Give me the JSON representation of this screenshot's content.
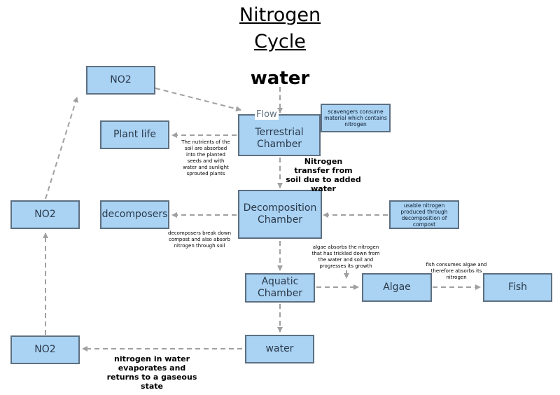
{
  "title": {
    "line1": "Nitrogen",
    "line2": "Cycle"
  },
  "labels": {
    "water_top": "water",
    "flow": "Flow"
  },
  "nodes": {
    "no2_top": "NO2",
    "plant_life": "Plant life",
    "terrestrial": "Terrestrial Chamber",
    "scavengers": "scavengers consume material which contains nitrogen",
    "no2_mid": "NO2",
    "decomposers": "decomposers",
    "decomposition": "Decomposition Chamber",
    "compost": "usable nitrogen produced through decomposition of compost",
    "aquatic": "Aquatic Chamber",
    "algae": "Algae",
    "fish": "Fish",
    "no2_bottom": "NO2",
    "water_bottom": "water"
  },
  "notes": {
    "soil_nutrients": "The nutrients of the soil are absorbed into the planted seeds and with water and sunlight sprouted plants",
    "nitrogen_transfer": "Nitrogen transfer from soil due to added water",
    "decomposers_note": "decomposers break down compost and also absorb nitrogen through soil",
    "algae_note": "algae absorbs the nitrogen that has trickled down from the water and soil and progresses its growth",
    "fish_note": "fish consumes algae and therefore absorbs its nitrogen",
    "evaporation": "nitrogen in water evaporates and returns to a gaseous state"
  },
  "colors": {
    "box_fill": "#a9d2f3",
    "box_border": "#5d6f80",
    "arrow": "#a0a0a0"
  }
}
